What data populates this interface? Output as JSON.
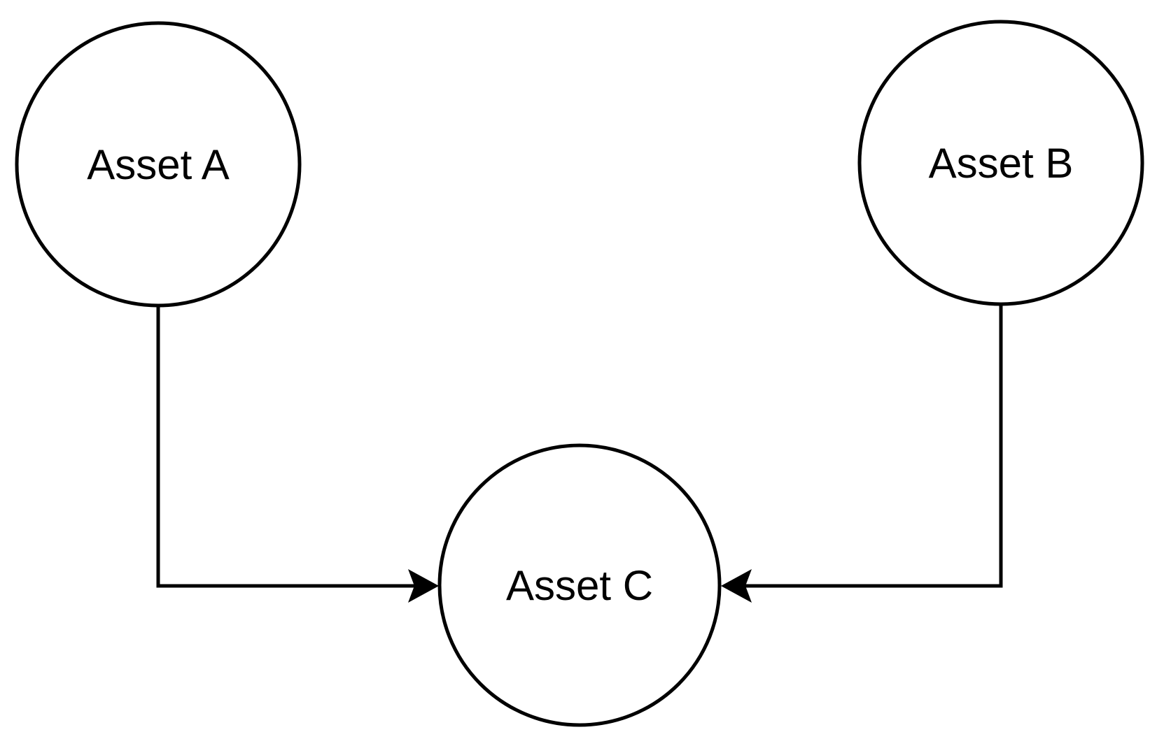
{
  "diagram": {
    "title": "asset-flow-diagram",
    "nodes": [
      {
        "id": "asset-a",
        "label": "Asset A",
        "shape": "circle"
      },
      {
        "id": "asset-b",
        "label": "Asset B",
        "shape": "circle"
      },
      {
        "id": "asset-c",
        "label": "Asset C",
        "shape": "circle"
      }
    ],
    "edges": [
      {
        "from": "Asset A",
        "to": "Asset C",
        "style": "elbow",
        "arrowhead": "barbed"
      },
      {
        "from": "Asset B",
        "to": "Asset C",
        "style": "elbow",
        "arrowhead": "barbed"
      }
    ],
    "colors": {
      "stroke": "#000000",
      "node_fill": "#ffffff",
      "background": "#ffffff"
    }
  }
}
